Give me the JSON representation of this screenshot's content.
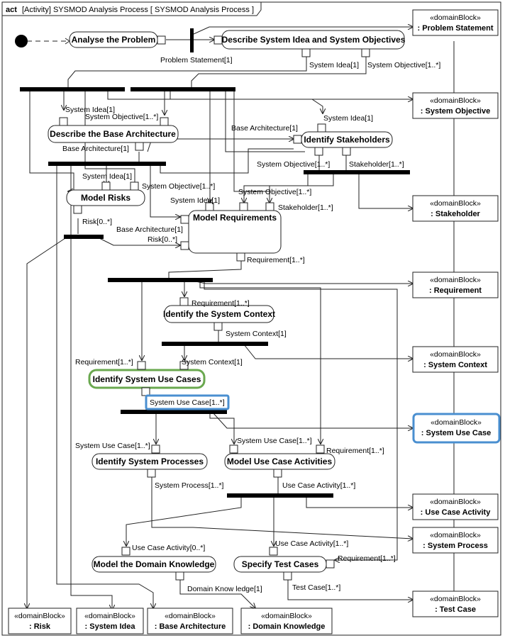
{
  "frame": {
    "keyword": "act",
    "title": "[Activity] SYSMOD Analysis Process [ SYSMOD Analysis Process ]"
  },
  "stereotype": "«domainBlock»",
  "actions": {
    "analyse": "Analyse the Problem",
    "describe_idea": "Describe System Idea and System Objectives",
    "describe_arch": "Describe the Base Architecture",
    "identify_stakeholders": "Identify Stakeholders",
    "model_risks": "Model Risks",
    "model_requirements": "Model Requirements",
    "identify_context": "Identify the System Context",
    "identify_use_cases": "Identify System Use Cases",
    "identify_processes": "Identify System Processes",
    "model_uc_activities": "Model Use Case Activities",
    "model_domain": "Model the Domain Knowledge",
    "specify_tests": "Specify Test Cases"
  },
  "objects": {
    "problem_statement": ": Problem Statement",
    "system_objective": ": System Objective",
    "stakeholder": ": Stakeholder",
    "requirement": ": Requirement",
    "system_context": ": System Context",
    "system_use_case": ": System Use Case",
    "use_case_activity": ": Use Case Activity",
    "system_process": ": System Process",
    "test_case": ": Test Case",
    "risk": ": Risk",
    "system_idea": ": System Idea",
    "base_architecture": ": Base Architecture",
    "domain_knowledge": ": Domain Knowledge"
  },
  "pins": {
    "problem_statement_out": "Problem Statement[1]",
    "idea_out_system_idea": "System Idea[1]",
    "idea_out_objective": "System Objective[1..*]",
    "arch_in_idea": "System Idea[1]",
    "arch_in_objective": "System Objective[1..*]",
    "arch_out": "Base Architecture[1]",
    "stake_in_idea": "System Idea[1]",
    "stake_in_arch": "Base Architecture[1]",
    "stake_out_objective": "System Objective[1..*]",
    "stake_out_stakeholder": "Stakeholder[1..*]",
    "risks_in_idea": "System Idea[1]",
    "risks_in_objective": "System Objective[1..*]",
    "risks_out": "Risk[0..*]",
    "req_in_idea": "System Idea[1]",
    "req_in_objective": "System Objective[1..*]",
    "req_in_stakeholder": "Stakeholder[1..*]",
    "req_in_arch": "Base Architecture[1]",
    "req_in_risk": "Risk[0..*]",
    "req_out": "Requirement[1..*]",
    "ctx_in_req": "Requirement[1..*]",
    "ctx_out": "System Context[1]",
    "uc_in_req": "Requirement[1..*]",
    "uc_in_ctx": "System Context[1]",
    "uc_out": "System Use Case[1..*]",
    "proc_in_uc": "System Use Case[1..*]",
    "proc_out": "System Process[1..*]",
    "uca_in_uc": "System Use Case[1..*]",
    "uca_in_req": "Requirement[1..*]",
    "uca_out": "Use Case Activity[1..*]",
    "dom_in_uca": "Use Case Activity[0..*]",
    "dom_out": "Domain Know ledge[1]",
    "test_in_uca": "Use Case Activity[1..*]",
    "test_in_req": "Requirement[1..*]",
    "test_out": "Test Case[1..*]"
  },
  "highlight_colors": {
    "green": "#6aa84f",
    "blue": "#4a8fd0"
  }
}
